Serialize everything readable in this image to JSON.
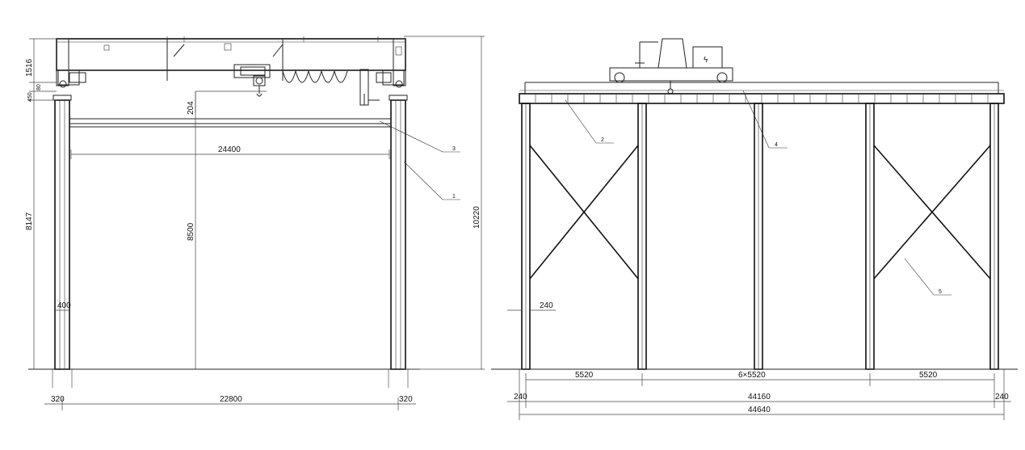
{
  "front_view": {
    "dims": {
      "top_crane_height": "1516",
      "rail_gap": "450",
      "small_gap": "80",
      "hook_offset": "204",
      "span_inner": "24400",
      "hook_height": "8500",
      "column_height": "8147",
      "total_height": "10220",
      "column_width": "400",
      "span_axis": "22800",
      "base_left": "320",
      "base_right": "320"
    },
    "callouts": [
      "3",
      "1"
    ]
  },
  "side_view": {
    "dims": {
      "column_offset": "240",
      "bay_left": "5520",
      "bay_mid": "6×5520",
      "bay_right": "5520",
      "edge_left": "240",
      "total_axis": "44160",
      "edge_right": "240",
      "total_length": "44640"
    },
    "callouts": [
      "2",
      "4",
      "5"
    ],
    "warning_symbol": "ϟ"
  }
}
